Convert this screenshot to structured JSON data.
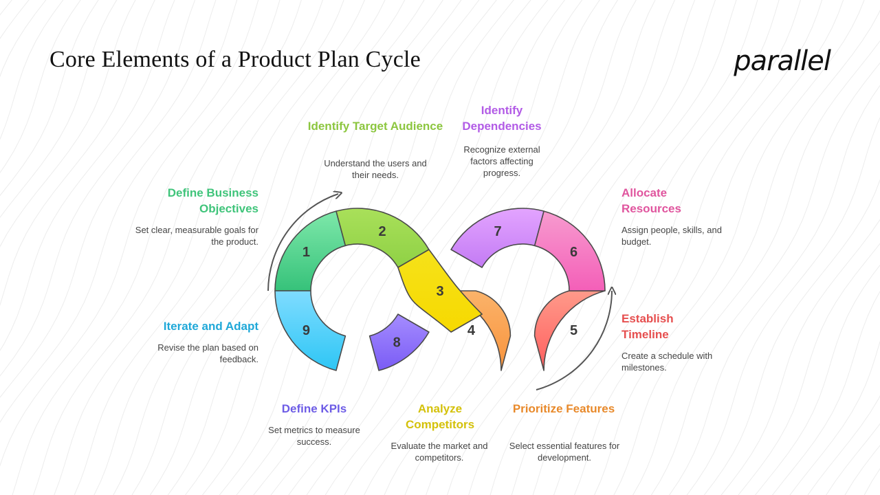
{
  "header": {
    "title": "Core Elements of a Product Plan Cycle",
    "logo_text": "parallel"
  },
  "steps": [
    {
      "number": "1",
      "title": "Define Business Objectives",
      "description": "Set clear, measurable goals for the product.",
      "color": "#3fc47a",
      "fill_top": "#7ee8aa",
      "fill_bottom": "#36c27a"
    },
    {
      "number": "2",
      "title": "Identify Target Audience",
      "description": "Understand the users and their needs.",
      "color": "#8cc63f",
      "fill_top": "#a9e05a",
      "fill_bottom": "#8fd145"
    },
    {
      "number": "3",
      "title": "Analyze Competitors",
      "description": "Evaluate the market and competitors.",
      "color": "#d4c10a",
      "fill_top": "#f5e21a",
      "fill_bottom": "#f7d900"
    },
    {
      "number": "4",
      "title": "Prioritize Features",
      "description": "Select essential features for development.",
      "color": "#e8892a",
      "fill_top": "#fbb36a",
      "fill_bottom": "#f8933c"
    },
    {
      "number": "5",
      "title": "Establish Timeline",
      "description": "Create a schedule with milestones.",
      "color": "#e64f4f",
      "fill_top": "#ff9a8a",
      "fill_bottom": "#ff5e5e"
    },
    {
      "number": "6",
      "title": "Allocate Resources",
      "description": "Assign people, skills, and budget.",
      "color": "#e0559e",
      "fill_top": "#f79bcf",
      "fill_bottom": "#f45fb8"
    },
    {
      "number": "7",
      "title": "Identify Dependencies",
      "description": "Recognize external factors affecting progress.",
      "color": "#b25be6",
      "fill_top": "#e3a4ff",
      "fill_bottom": "#c37bf4"
    },
    {
      "number": "8",
      "title": "Define KPIs",
      "description": "Set metrics to measure success.",
      "color": "#6d5ce6",
      "fill_top": "#a58cff",
      "fill_bottom": "#7a5cf5"
    },
    {
      "number": "9",
      "title": "Iterate and Adapt",
      "description": "Revise the plan based on feedback.",
      "color": "#1fa8d8",
      "fill_top": "#7fdcff",
      "fill_bottom": "#2ec6f5"
    }
  ]
}
